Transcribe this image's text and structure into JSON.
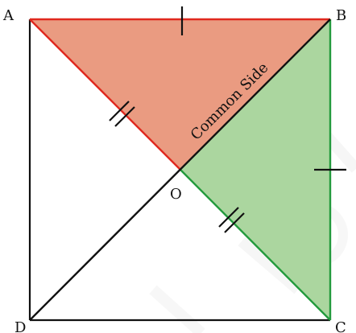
{
  "vertices": {
    "a": "A",
    "b": "B",
    "c": "C",
    "d": "D",
    "o": "O"
  },
  "common_side_label": "Common Side",
  "colors": {
    "triangle_aob_fill": "#e9967a",
    "triangle_aob_stroke": "#e0281e",
    "triangle_boc_fill": "#a6d49a",
    "triangle_boc_stroke": "#229a3c",
    "square_stroke": "#111111",
    "watermark": "#eeeeee"
  },
  "watermark_text": "© ncert not to be"
}
